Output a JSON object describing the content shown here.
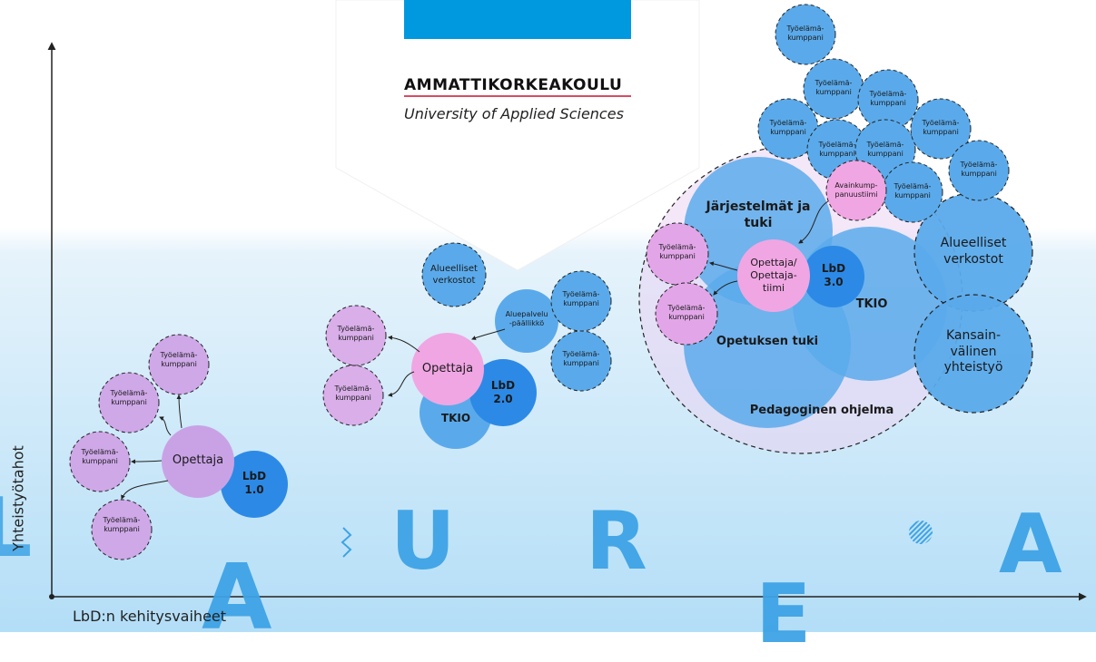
{
  "logo": {
    "brand": "AMMATTIKORKEAKOULU",
    "subtitle": "University of Applied Sciences"
  },
  "axes": {
    "x_label": "LbD:n kehitysvaiheet",
    "y_label": "Yhteistyötahot"
  },
  "stage1": {
    "teacher": "Opettaja",
    "lbd": [
      "LbD",
      "1.0"
    ],
    "partners": [
      [
        "Työelämä-",
        "kumppani"
      ],
      [
        "Työelämä-",
        "kumppani"
      ],
      [
        "Työelämä-",
        "kumppani"
      ],
      [
        "Työelämä-",
        "kumppani"
      ]
    ]
  },
  "stage2": {
    "teacher": "Opettaja",
    "lbd": [
      "LbD",
      "2.0"
    ],
    "tkio": "TKIO",
    "regional": [
      "Alueelliset",
      "verkostot"
    ],
    "area_manager": [
      "Aluepalvelu",
      "-päällikkö"
    ],
    "partners": [
      [
        "Työelämä-",
        "kumppani"
      ],
      [
        "Työelämä-",
        "kumppani"
      ],
      [
        "Työelämä-",
        "kumppani"
      ],
      [
        "Työelämä-",
        "kumppani"
      ]
    ]
  },
  "stage3": {
    "teacher": [
      "Opettaja/",
      "Opettaja-",
      "tiimi"
    ],
    "lbd": [
      "LbD",
      "3.0"
    ],
    "tkio": "TKIO",
    "systems": [
      "Järjestelmät ja",
      "tuki"
    ],
    "teaching_support": "Opetuksen tuki",
    "program": "Pedagoginen ohjelma",
    "key_team": [
      "Avainkump-",
      "panuustiimi"
    ],
    "regional": [
      "Alueelliset",
      "verkostot"
    ],
    "international": [
      "Kansain-",
      "välinen",
      "yhteistyö"
    ],
    "partners": [
      [
        "Työelämä-",
        "kumppani"
      ],
      [
        "Työelämä-",
        "kumppani"
      ],
      [
        "Työelämä-",
        "kumppani"
      ],
      [
        "Työelämä-",
        "kumppani"
      ],
      [
        "Työelämä-",
        "kumppani"
      ],
      [
        "Työelämä-",
        "kumppani"
      ],
      [
        "Työelämä-",
        "kumppani"
      ],
      [
        "Työelämä-",
        "kumppani"
      ],
      [
        "Työelämä-",
        "kumppani"
      ],
      [
        "Työelämä-",
        "kumppani"
      ],
      [
        "Työelämä-",
        "kumppani"
      ]
    ]
  },
  "letters": [
    "L",
    "A",
    "U",
    "R",
    "E",
    "A"
  ],
  "colors": {
    "blue": "#5aaaeb",
    "dark_blue": "#2c8ae6",
    "pink": "#f0a6e3",
    "lilac": "#c9a2e6",
    "logo_blue": "#0099e0"
  }
}
